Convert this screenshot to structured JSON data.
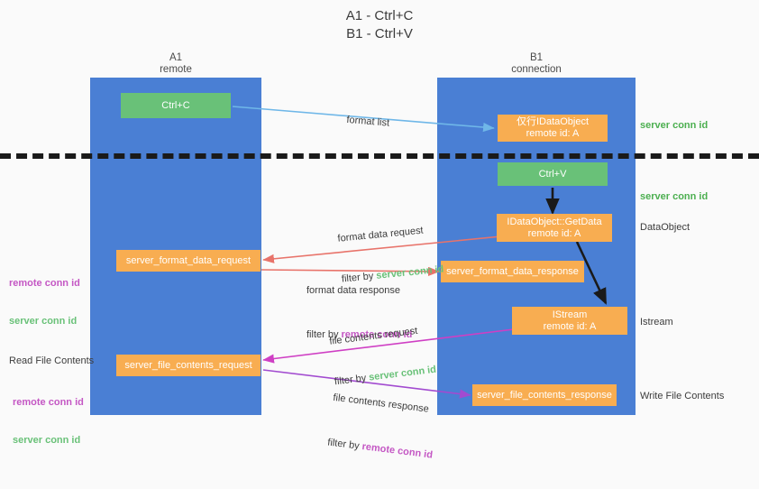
{
  "title": "A1 - Ctrl+C\nB1 - Ctrl+V",
  "columns": [
    {
      "name": "A1",
      "sub": "remote",
      "label": "A1\nremote"
    },
    {
      "name": "B1",
      "sub": "connection",
      "label": "B1\nconnection"
    }
  ],
  "nodes": {
    "ctrl_c": "Ctrl+C",
    "ctrl_v": "Ctrl+V",
    "idataobject": "仅行IDataObject",
    "idataobject_id": "remote id: A",
    "getdata": "IDataObject::GetData",
    "getdata_id": "remote id: A",
    "istream": "IStream",
    "istream_id": "remote id: A",
    "server_format_data_request": "server_format_data_request",
    "server_format_data_response": "server_format_data_response",
    "server_file_contents_request": "server_file_contents_request",
    "server_file_contents_response": "server_file_contents_response"
  },
  "arrow_labels": {
    "format_list": "format list",
    "format_data_request": "format data request",
    "format_data_request_filter_pre": "filter by ",
    "format_data_request_filter_key": "server conn id",
    "format_data_response": "format data response",
    "format_data_response_filter_pre": "filter by ",
    "format_data_response_filter_key": "remote conn id",
    "file_contents_request": "file contents request",
    "file_contents_request_filter_pre": "filter by ",
    "file_contents_request_filter_key": "server conn id",
    "file_contents_response": "file contents response",
    "file_contents_response_filter_pre": "filter by ",
    "file_contents_response_filter_key": "remote conn id"
  },
  "side_labels": {
    "server_conn_id_top": "server conn id",
    "server_conn_id_mid": "server conn id",
    "dataobject": "DataObject",
    "istream": "Istream",
    "write_file_contents": "Write File Contents",
    "read_file_contents": "Read File Contents",
    "left_remote_conn_id_1": "remote conn id",
    "left_server_conn_id_1": "server conn id",
    "left_remote_conn_id_2": "remote conn id",
    "left_server_conn_id_2": "server conn id"
  },
  "colors": {
    "lane": "#4a7fd4",
    "orange": "#f8ad51",
    "green": "#69c178",
    "remote_conn": "#c457c4",
    "server_conn": "#69c178",
    "arrow_blue": "#6fb7e8",
    "arrow_red": "#e8736a",
    "arrow_magenta": "#cf3fc4",
    "arrow_purple": "#a24bd0",
    "arrow_black": "#1a1a1a"
  }
}
